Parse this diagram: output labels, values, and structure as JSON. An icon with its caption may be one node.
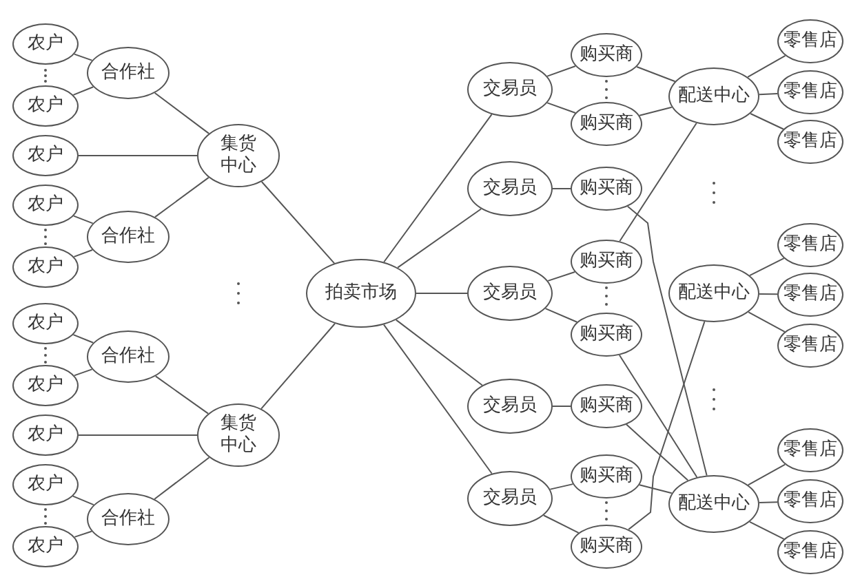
{
  "diagram": {
    "nodes": [
      {
        "text": [
          "农户"
        ]
      },
      {
        "text": [
          "农户"
        ]
      },
      {
        "text": [
          "农户"
        ]
      },
      {
        "text": [
          "农户"
        ]
      },
      {
        "text": [
          "农户"
        ]
      },
      {
        "text": [
          "农户"
        ]
      },
      {
        "text": [
          "农户"
        ]
      },
      {
        "text": [
          "农户"
        ]
      },
      {
        "text": [
          "农户"
        ]
      },
      {
        "text": [
          "农户"
        ]
      },
      {
        "text": [
          "合作社"
        ]
      },
      {
        "text": [
          "合作社"
        ]
      },
      {
        "text": [
          "合作社"
        ]
      },
      {
        "text": [
          "合作社"
        ]
      },
      {
        "text": [
          "集货中心"
        ]
      },
      {
        "text": [
          "集货中心"
        ]
      },
      {
        "text": [
          "拍卖市场"
        ]
      },
      {
        "text": [
          "交易员"
        ]
      },
      {
        "text": [
          "交易员"
        ]
      },
      {
        "text": [
          "交易员"
        ]
      },
      {
        "text": [
          "交易员"
        ]
      },
      {
        "text": [
          "交易员"
        ]
      },
      {
        "text": [
          "购买商"
        ]
      },
      {
        "text": [
          "购买商"
        ]
      },
      {
        "text": [
          "购买商"
        ]
      },
      {
        "text": [
          "购买商"
        ]
      },
      {
        "text": [
          "购买商"
        ]
      },
      {
        "text": [
          "购买商"
        ]
      },
      {
        "text": [
          "购买商"
        ]
      },
      {
        "text": [
          "购买商"
        ]
      },
      {
        "text": [
          "配送中心"
        ]
      },
      {
        "text": [
          "配送中心"
        ]
      },
      {
        "text": [
          "配送中心"
        ]
      },
      {
        "text": [
          "零售店"
        ]
      },
      {
        "text": [
          "零售店"
        ]
      },
      {
        "text": [
          "零售店"
        ]
      },
      {
        "text": [
          "零售店"
        ]
      },
      {
        "text": [
          "零售店"
        ]
      },
      {
        "text": [
          "零售店"
        ]
      },
      {
        "text": [
          "零售店"
        ]
      },
      {
        "text": [
          "零售店"
        ]
      },
      {
        "text": [
          "零售店"
        ]
      }
    ],
    "edges": [
      {
        "from": 0,
        "to": 10,
        "arrow": "none"
      },
      {
        "from": 1,
        "to": 10,
        "arrow": "none"
      },
      {
        "from": 2,
        "to": 14,
        "arrow": "none"
      },
      {
        "from": 3,
        "to": 11,
        "arrow": "none"
      },
      {
        "from": 4,
        "to": 11,
        "arrow": "none"
      },
      {
        "from": 10,
        "to": 14,
        "arrow": "none"
      },
      {
        "from": 11,
        "to": 14,
        "arrow": "none"
      },
      {
        "from": 5,
        "to": 12,
        "arrow": "none"
      },
      {
        "from": 6,
        "to": 12,
        "arrow": "none"
      },
      {
        "from": 7,
        "to": 15,
        "arrow": "none"
      },
      {
        "from": 8,
        "to": 13,
        "arrow": "none"
      },
      {
        "from": 9,
        "to": 13,
        "arrow": "none"
      },
      {
        "from": 12,
        "to": 15,
        "arrow": "none"
      },
      {
        "from": 13,
        "to": 15,
        "arrow": "none"
      },
      {
        "from": 14,
        "to": 16,
        "arrow": "none"
      },
      {
        "from": 15,
        "to": 16,
        "arrow": "none"
      },
      {
        "from": 16,
        "to": 17,
        "arrow": "none"
      },
      {
        "from": 16,
        "to": 18,
        "arrow": "none"
      },
      {
        "from": 16,
        "to": 19,
        "arrow": "none"
      },
      {
        "from": 16,
        "to": 20,
        "arrow": "none"
      },
      {
        "from": 16,
        "to": 21,
        "arrow": "none"
      },
      {
        "from": 17,
        "to": 22,
        "arrow": "none"
      },
      {
        "from": 17,
        "to": 23,
        "arrow": "none"
      },
      {
        "from": 18,
        "to": 24,
        "arrow": "none"
      },
      {
        "from": 19,
        "to": 25,
        "arrow": "none"
      },
      {
        "from": 19,
        "to": 26,
        "arrow": "none"
      },
      {
        "from": 20,
        "to": 27,
        "arrow": "none"
      },
      {
        "from": 21,
        "to": 28,
        "arrow": "none"
      },
      {
        "from": 21,
        "to": 29,
        "arrow": "none"
      },
      {
        "from": 22,
        "to": 30,
        "arrow": "none"
      },
      {
        "from": 23,
        "to": 30,
        "arrow": "none"
      },
      {
        "from": 25,
        "to": 30,
        "arrow": "none"
      },
      {
        "from": 24,
        "to": 32,
        "arrow": "none"
      },
      {
        "from": 26,
        "to": 32,
        "arrow": "none"
      },
      {
        "from": 27,
        "to": 32,
        "arrow": "none"
      },
      {
        "from": 28,
        "to": 32,
        "arrow": "none"
      },
      {
        "from": 29,
        "to": 31,
        "arrow": "none"
      },
      {
        "from": 30,
        "to": 33,
        "arrow": "none"
      },
      {
        "from": 30,
        "to": 34,
        "arrow": "none"
      },
      {
        "from": 30,
        "to": 35,
        "arrow": "none"
      },
      {
        "from": 31,
        "to": 36,
        "arrow": "none"
      },
      {
        "from": 31,
        "to": 37,
        "arrow": "none"
      },
      {
        "from": 31,
        "to": 38,
        "arrow": "none"
      },
      {
        "from": 32,
        "to": 39,
        "arrow": "none"
      },
      {
        "from": 32,
        "to": 40,
        "arrow": "none"
      },
      {
        "from": 32,
        "to": 41,
        "arrow": "none"
      }
    ]
  }
}
